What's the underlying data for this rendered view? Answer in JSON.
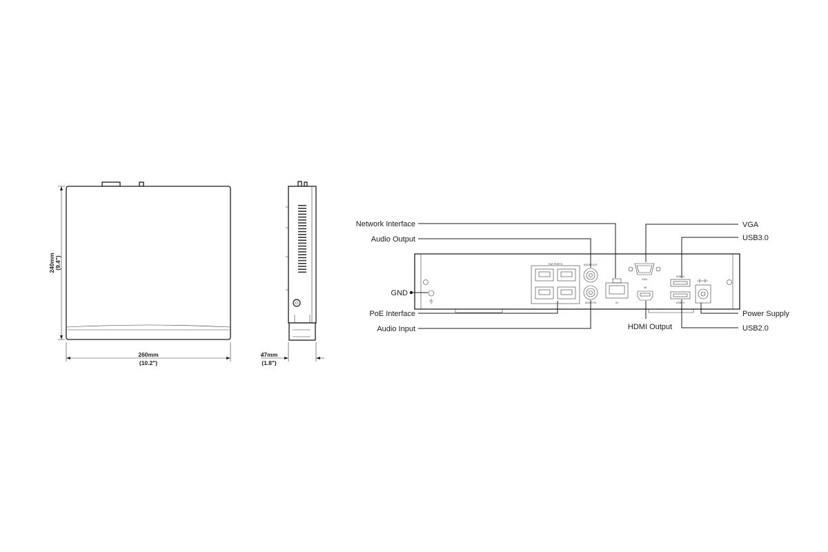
{
  "dimensions": {
    "width_mm": "260mm",
    "width_in": "(10.2\")",
    "height_mm": "240mm",
    "height_in": "(9.4\")",
    "depth_mm": "47mm",
    "depth_in": "(1.8\")"
  },
  "callouts": {
    "network_interface": "Network Interface",
    "audio_output": "Audio Output",
    "gnd": "GND",
    "poe_interface": "PoE Interface",
    "audio_input": "Audio Input",
    "vga": "VGA",
    "usb30": "USB3.0",
    "power_supply": "Power Supply",
    "hdmi_output": "HDMI Output",
    "usb20": "USB2.0"
  },
  "panel_text": {
    "poe_ports": "PoE PORTS",
    "audio_out": "AUDIO OUT",
    "audio_in": "AUDIO IN",
    "vga": "VGA",
    "usb30": "USB3.0",
    "usb20": "USB2.0",
    "hdmi": "4K",
    "lan": "IN"
  }
}
